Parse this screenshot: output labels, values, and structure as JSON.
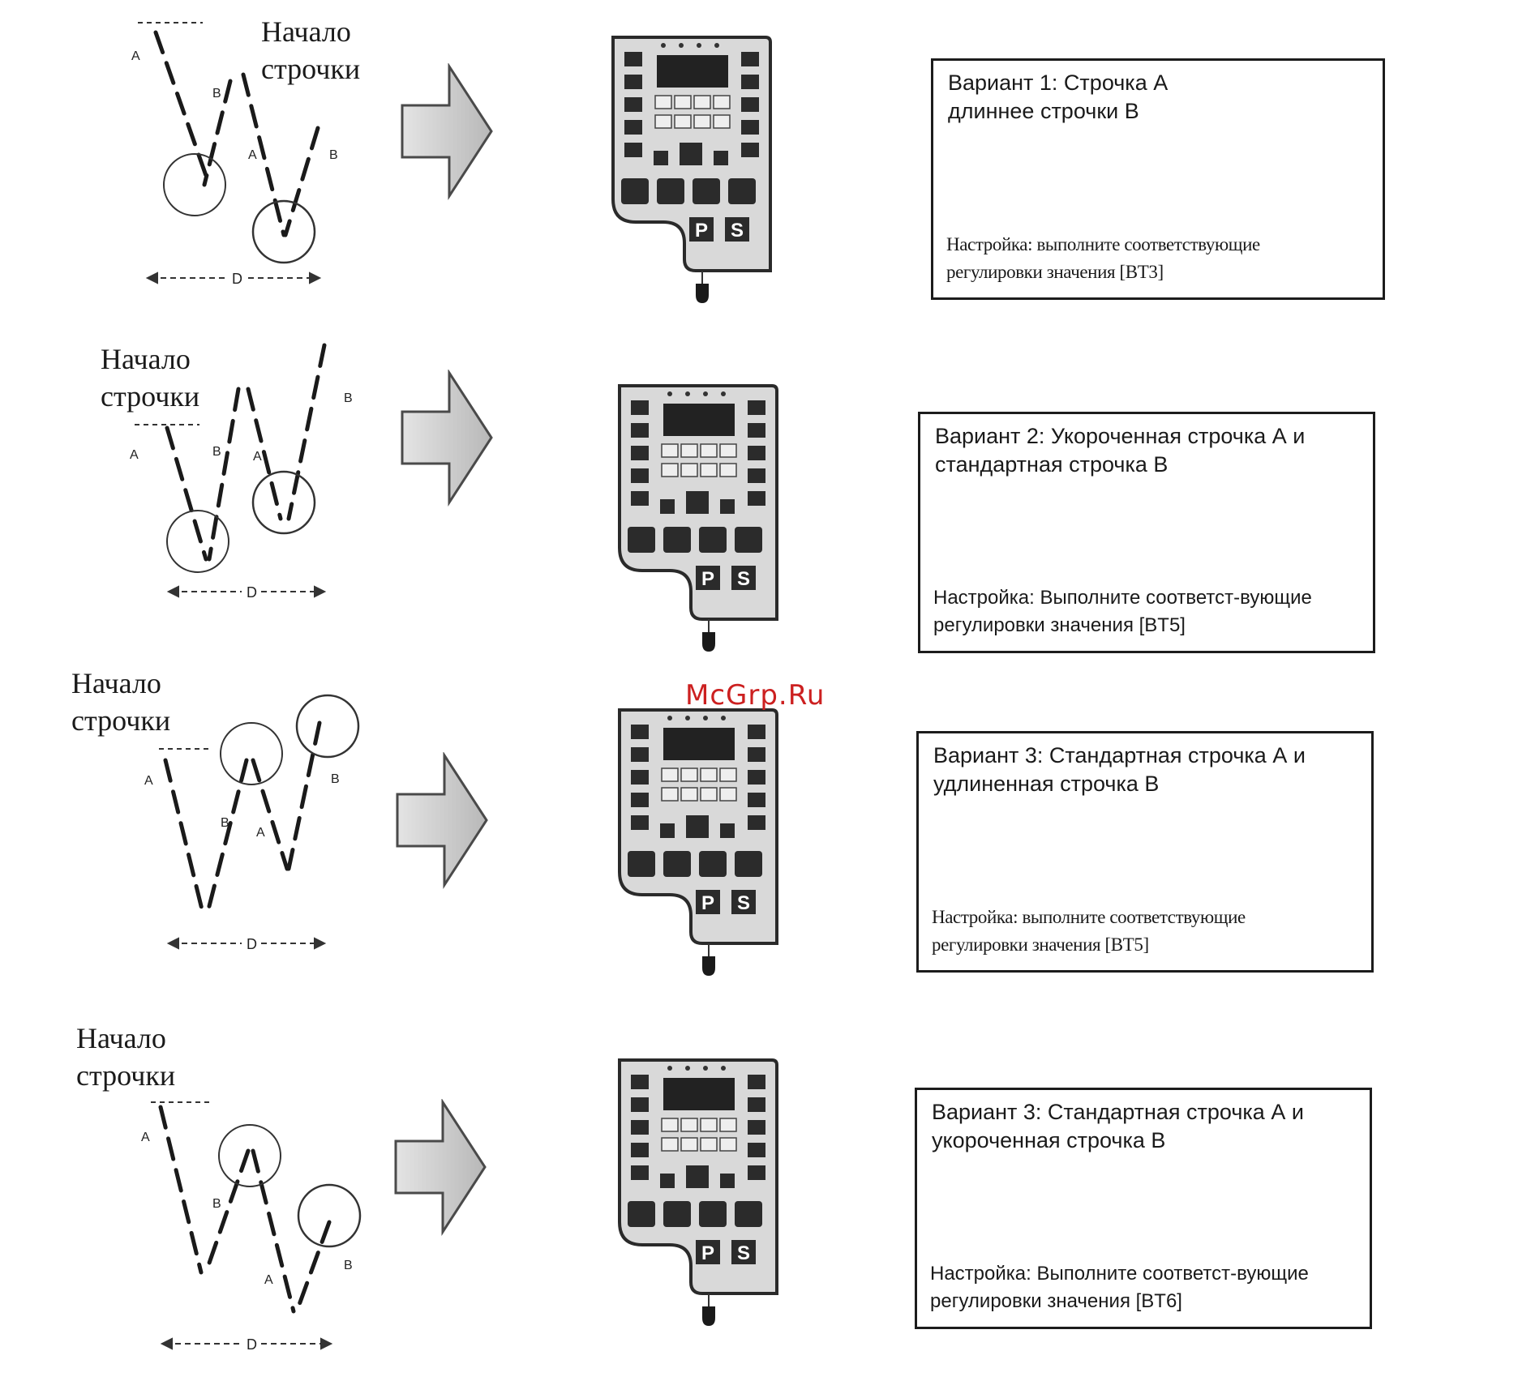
{
  "watermark": "McGrp.Ru",
  "rows": [
    {
      "start_label": "Начало\nстрочки",
      "label_a": "A",
      "label_b": "B",
      "label_d": "D",
      "title": "Вариант 1: Строчка А длиннее строчки В",
      "setting": "Настройка: выполните соответствующие регулировки значения [BT3]"
    },
    {
      "start_label": "Начало\nстрочки",
      "label_a": "A",
      "label_b": "B",
      "label_d": "D",
      "title": "Вариант 2: Укороченная строчка А и стандартная строчка В",
      "setting": "Настройка: Выполните соответст-вующие регулировки значения [BT5]"
    },
    {
      "start_label": "Начало\nстрочки",
      "label_a": "A",
      "label_b": "B",
      "label_d": "D",
      "title": "Вариант 3: Стандартная строчка А и удлиненная строчка В",
      "setting": "Настройка: выполните соответствующие регулировки значения [BT5]"
    },
    {
      "start_label": "Начало\nстрочки",
      "label_a": "A",
      "label_b": "B",
      "label_d": "D",
      "title": "Вариант 3: Стандартная строчка А и укороченная строчка В",
      "setting": "Настройка: Выполните соответст-вующие регулировки значения [BT6]"
    }
  ],
  "panel": {
    "key_p": "P",
    "key_s": "S"
  }
}
